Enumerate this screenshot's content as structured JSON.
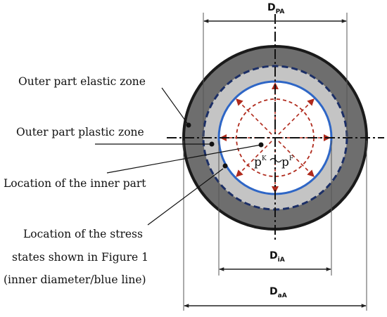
{
  "labels": {
    "outer_elastic": "Outer part elastic zone",
    "outer_plastic": "Outer part plastic zone",
    "inner_location": "Location of the inner part",
    "stress_line1": "Location of the stress",
    "stress_line2": "states shown in Figure 1",
    "stress_line3": "(inner diameter/blue line)"
  },
  "dimensions": {
    "d_pa": {
      "main": "D",
      "sub": "PA"
    },
    "d_ia": {
      "main": "D",
      "sub": "iA"
    },
    "d_aa": {
      "main": "D",
      "sub": "aA"
    }
  },
  "pressures": {
    "p_k": {
      "main": "p",
      "sup": "K"
    },
    "p_f": {
      "main": "p",
      "sup": "F"
    }
  },
  "colors": {
    "outer_ring": "#6e6e6e",
    "plastic_ring": "#c4c4c4",
    "dashed_boundary": "#1c2f66",
    "inner_blue": "#2e66c6",
    "pressure_arrows": "#b02a1c",
    "inner_fill": "#ffffff"
  }
}
